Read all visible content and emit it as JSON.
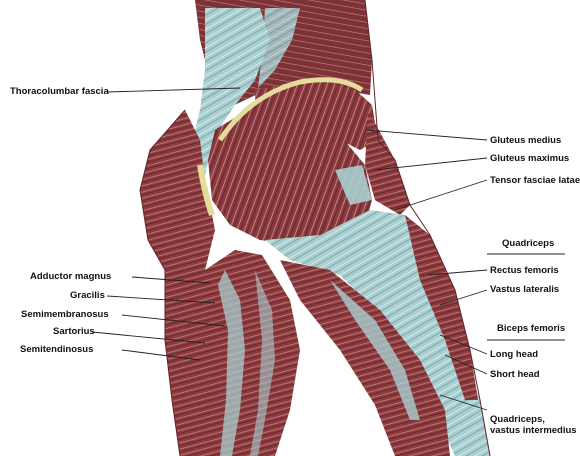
{
  "labels": {
    "thoracolumbar_fascia": "Thoracolumbar fascia",
    "gluteus_medius": "Gluteus medius",
    "gluteus_maximus": "Gluteus maximus",
    "tensor_fasciae_latae": "Tensor fasciae latae",
    "rectus_femoris": "Rectus femoris",
    "vastus_lateralis": "Vastus lateralis",
    "long_head": "Long head",
    "short_head": "Short head",
    "vastus_intermedius_line1": "Quadriceps,",
    "vastus_intermedius_line2": "vastus intermedius",
    "adductor_magnus": "Adductor magnus",
    "gracilis": "Gracilis",
    "semimembranosus": "Semimembranosus",
    "sartorius": "Sartorius",
    "semitendinosus": "Semitendinosus"
  },
  "groups": {
    "quadriceps": "Quadriceps",
    "biceps_femoris": "Biceps femoris"
  },
  "colors": {
    "muscle": "#8e3b3f",
    "muscle_light": "#c98a88",
    "muscle_dark": "#5e2428",
    "fascia": "#a9cfd0",
    "fascia_dark": "#6f9fa6",
    "tendon_yellow": "#e3dc9a",
    "line": "#222222"
  }
}
